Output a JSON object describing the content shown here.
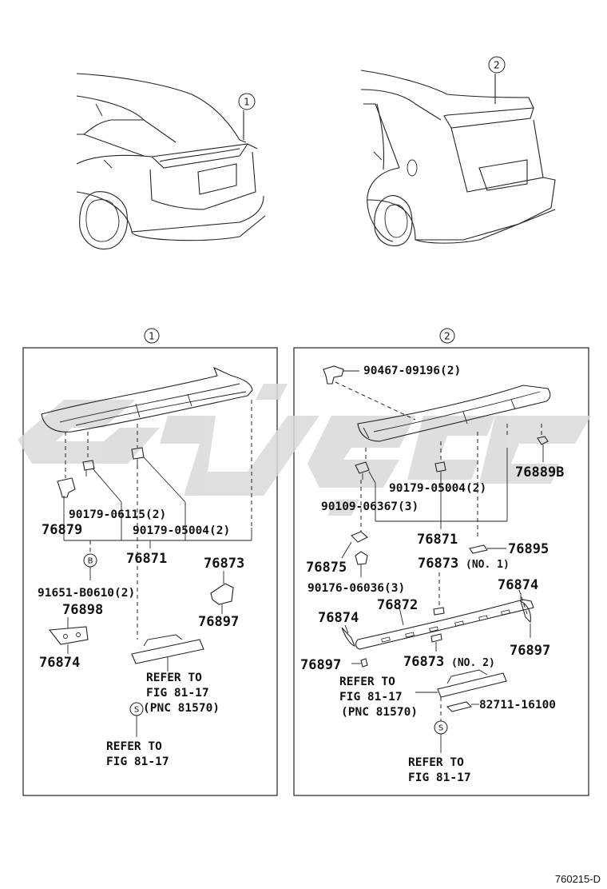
{
  "diagram": {
    "callouts": {
      "top_left": "1",
      "top_right": "2"
    },
    "sections": {
      "left_header": "1",
      "right_header": "2"
    },
    "left_panel": {
      "p76879": "76879",
      "p90179_06115": "90179-06115(2)",
      "p90179_05004": "90179-05004(2)",
      "p76871": "76871",
      "sym_b": "B",
      "p91651": "91651-B0610(2)",
      "p76898": "76898",
      "p76874": "76874",
      "p76873": "76873",
      "p76897": "76897",
      "ref1_l1": "REFER TO",
      "ref1_l2": "FIG 81-17",
      "ref1_l3": "(PNC 81570)",
      "sym_s": "S",
      "ref2_l1": "REFER TO",
      "ref2_l2": "FIG 81-17"
    },
    "right_panel": {
      "p90467": "90467-09196(2)",
      "p76889b": "76889B",
      "p90179_05004": "90179-05004(2)",
      "p90109": "90109-06367(3)",
      "p76871": "76871",
      "p76895": "76895",
      "p76875": "76875",
      "p76873_no1": "76873",
      "no1": "(NO. 1)",
      "p90176": "90176-06036(3)",
      "p76874_right": "76874",
      "p76872": "76872",
      "p76874_left": "76874",
      "p76897_right": "76897",
      "p76897_left": "76897",
      "p76873_no2": "76873",
      "no2": "(NO. 2)",
      "ref1_l1": "REFER TO",
      "ref1_l2": "FIG 81-17",
      "ref1_l3": "(PNC 81570)",
      "p82711": "82711-16100",
      "sym_s": "S",
      "ref2_l1": "REFER TO",
      "ref2_l2": "FIG 81-17"
    },
    "footer_code": "760215-D"
  }
}
